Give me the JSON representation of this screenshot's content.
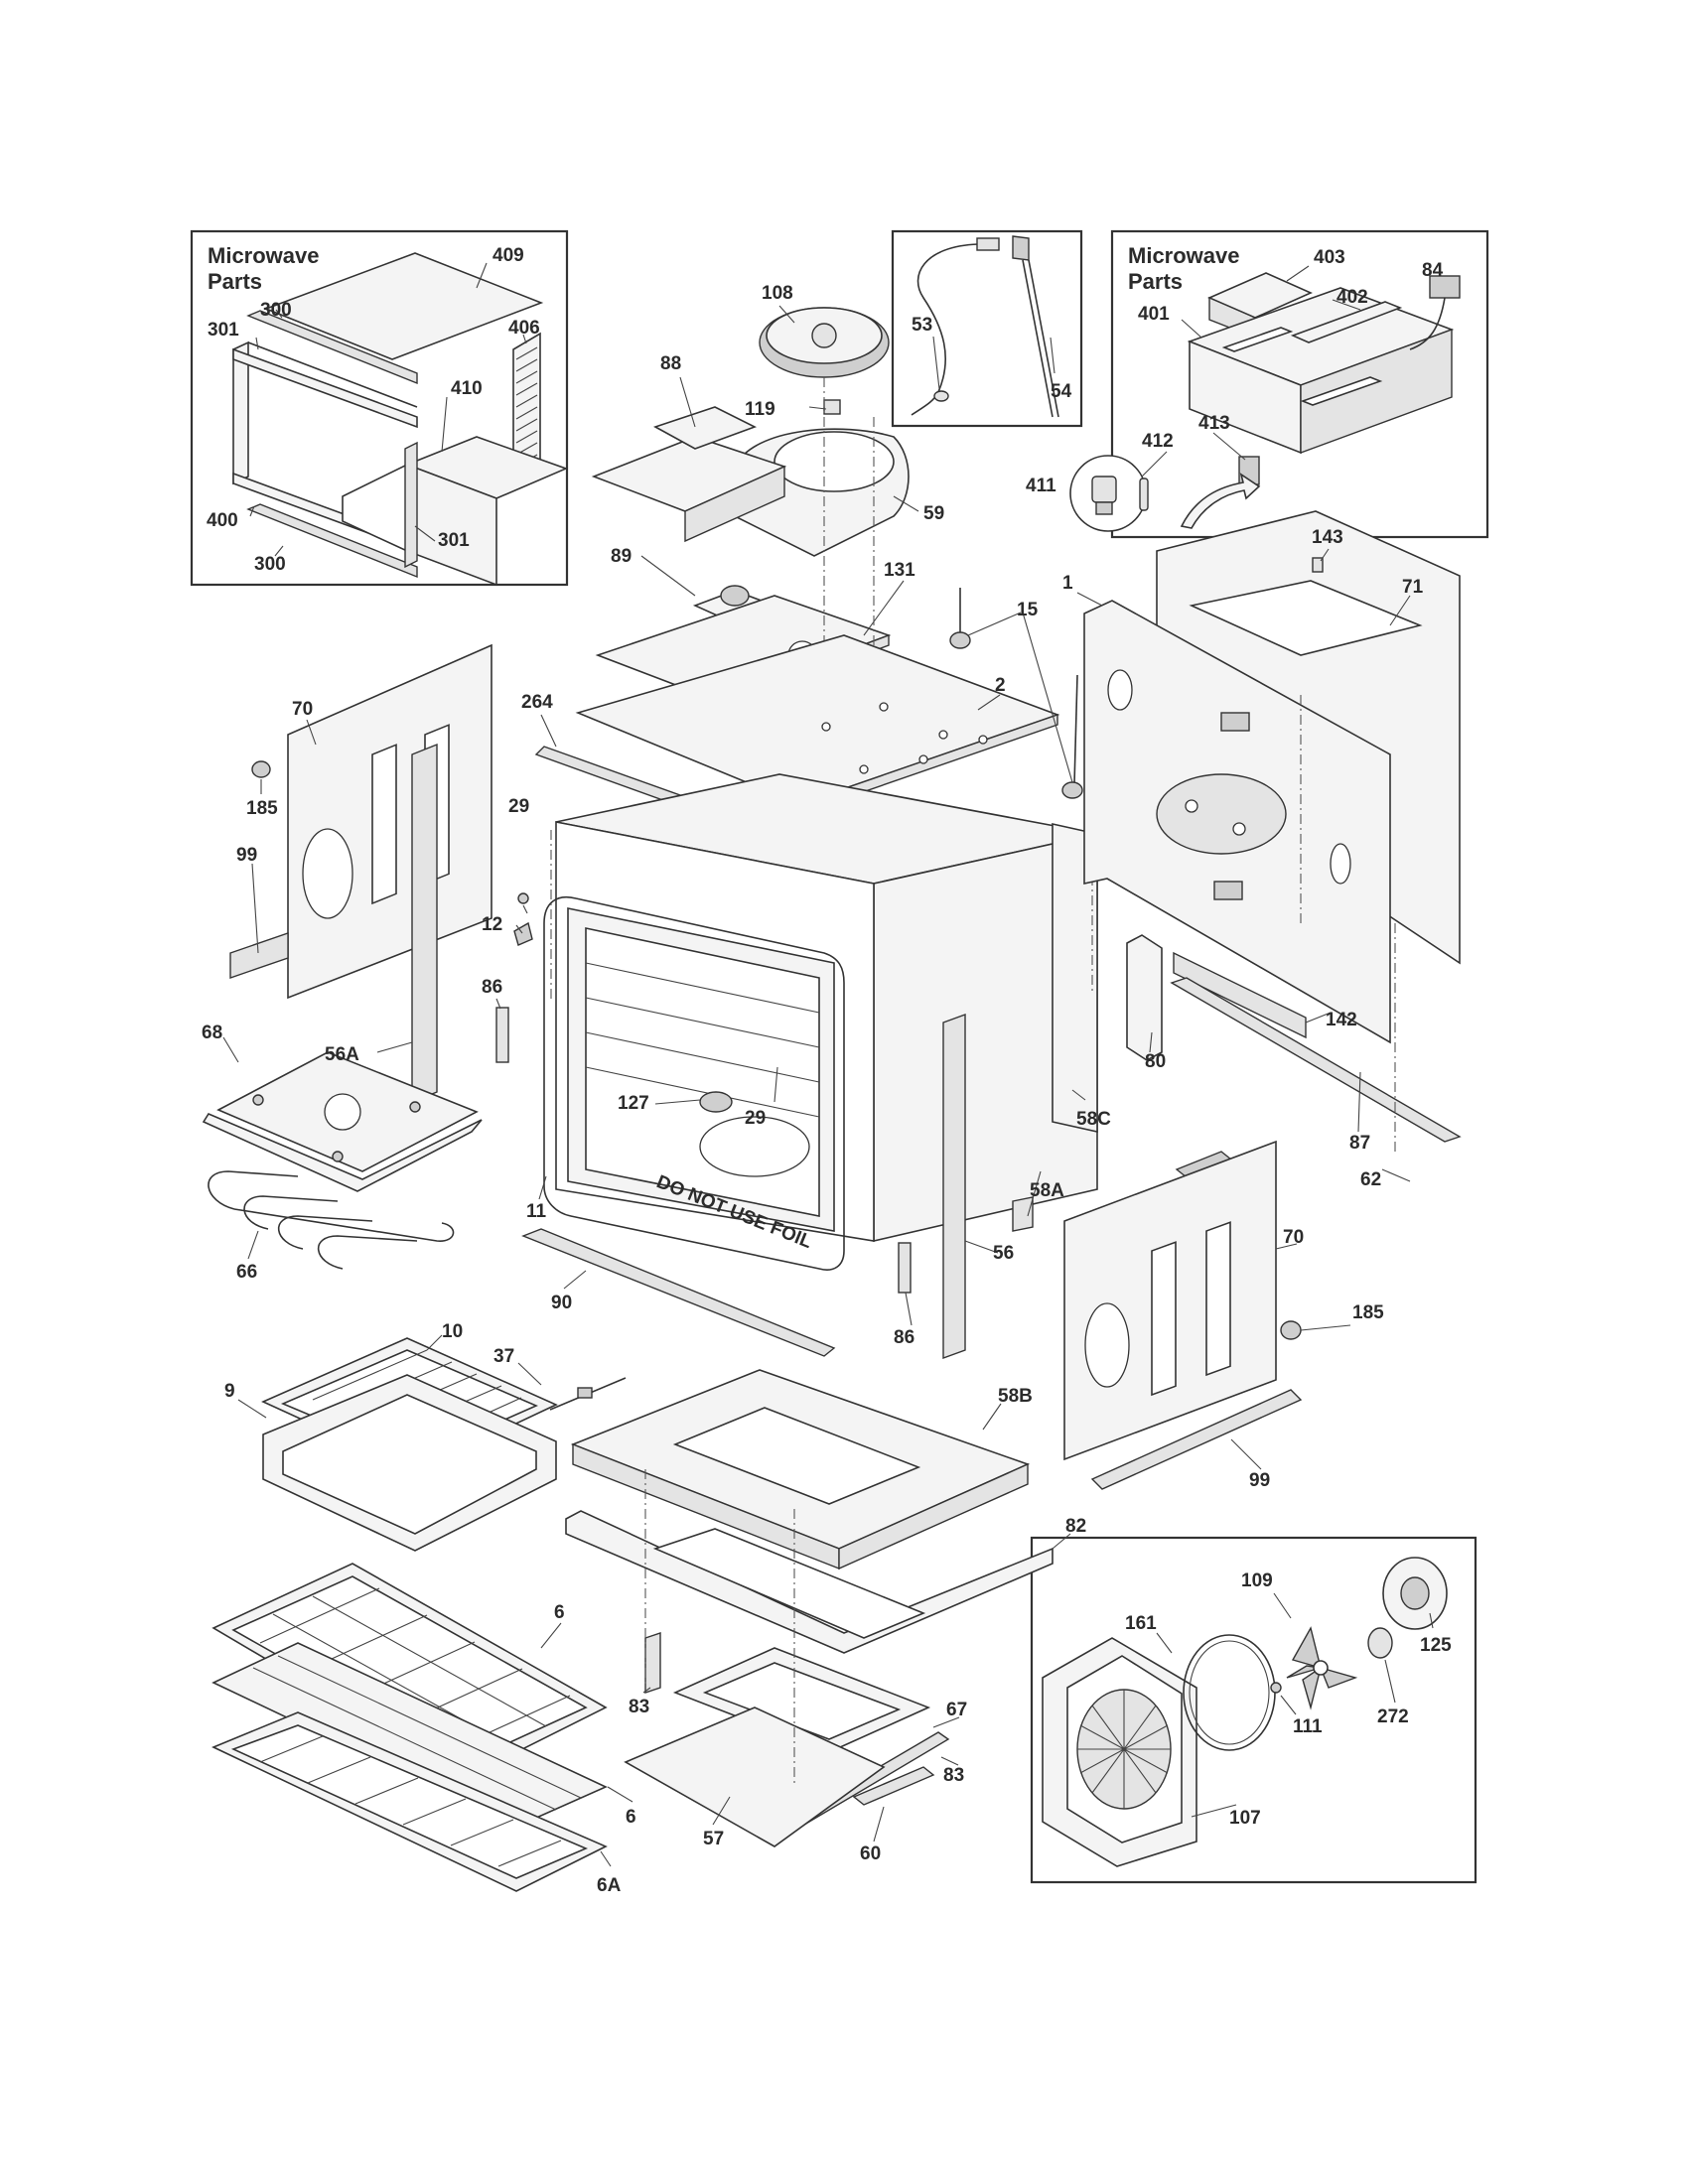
{
  "inset_titles": {
    "microwave_parts_left_line1": "Microwave",
    "microwave_parts_left_line2": "Parts",
    "microwave_parts_right_line1": "Microwave",
    "microwave_parts_right_line2": "Parts"
  },
  "cavity_stamp": "DO NOT USE FOIL",
  "callouts": {
    "c409": "409",
    "c300a": "300",
    "c301a": "301",
    "c406": "406",
    "c410": "410",
    "c400": "400",
    "c301b": "301",
    "c300b": "300",
    "c108": "108",
    "c88": "88",
    "c119": "119",
    "c59": "59",
    "c89": "89",
    "c131": "131",
    "c53": "53",
    "c54": "54",
    "c403": "403",
    "c84": "84",
    "c402": "402",
    "c401": "401",
    "c413": "413",
    "c412": "412",
    "c411": "411",
    "c143": "143",
    "c71": "71",
    "c1": "1",
    "c15": "15",
    "c2": "2",
    "c264": "264",
    "c70a": "70",
    "c185a": "185",
    "c99a": "99",
    "c29a": "29",
    "c12": "12",
    "c86a": "86",
    "c56A": "56A",
    "c142": "142",
    "c80": "80",
    "c58C": "58C",
    "c87": "87",
    "c62": "62",
    "c68": "68",
    "c127": "127",
    "c29b": "29",
    "c11": "11",
    "c66": "66",
    "c58A": "58A",
    "c70b": "70",
    "c56": "56",
    "c90": "90",
    "c86b": "86",
    "c185b": "185",
    "c10": "10",
    "c37": "37",
    "c9": "9",
    "c58B": "58B",
    "c99b": "99",
    "c82": "82",
    "c6a": "6",
    "c83a": "83",
    "c67": "67",
    "c83b": "83",
    "c6b": "6",
    "c57": "57",
    "c60": "60",
    "c6A": "6A",
    "c109": "109",
    "c161": "161",
    "c125": "125",
    "c111": "111",
    "c272": "272",
    "c107": "107"
  }
}
